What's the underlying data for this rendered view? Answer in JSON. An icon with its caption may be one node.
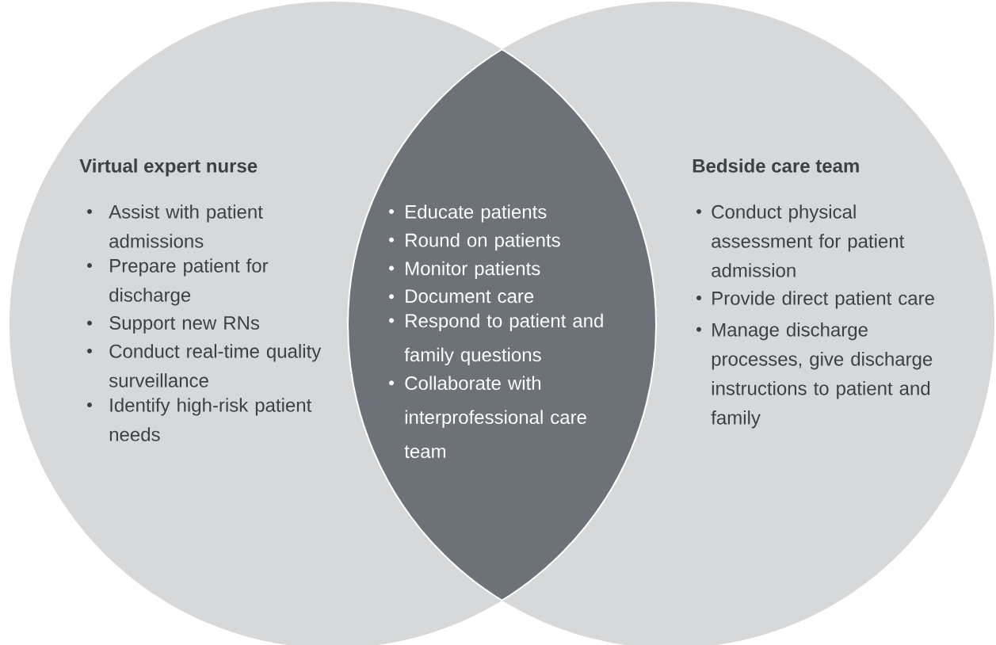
{
  "diagram": {
    "nodes": [
      {
        "text": [
          "Virtual expert nurse",
          "Assist with patient admissions",
          "Prepare patient for discharge",
          "Support new RNs",
          "Conduct real-time quality surveillance",
          "Identify high-risk patient needs"
        ]
      },
      {
        "text": [
          "Educate patients",
          "Round on patients",
          "Monitor patients",
          "Document care",
          "Respond to patient and family questions",
          "Collaborate with interprofessional care team"
        ]
      },
      {
        "text": [
          "Bedside care team",
          "Conduct physical assessment for patient admission",
          "Provide direct patient care",
          "Manage discharge processes, give discharge instructions to patient and family"
        ]
      }
    ]
  }
}
